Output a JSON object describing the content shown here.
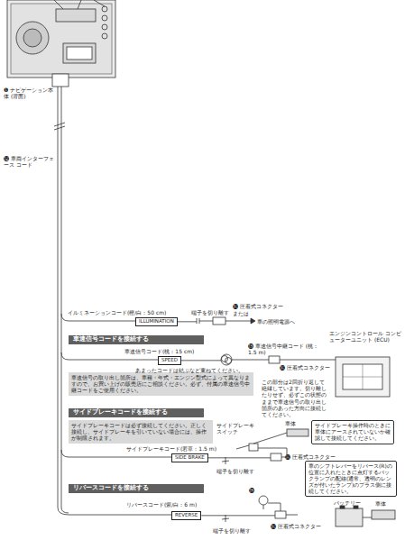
{
  "diagram": {
    "nodes": [
      {
        "text": [
          "ILLUMINATION"
        ]
      },
      {
        "text": [
          "車速信号コードを接続する"
        ]
      },
      {
        "text": [
          "SPEED"
        ]
      },
      {
        "text": [
          "車速信号の取り出し箇所は、車種・年式・エンジン型式によって異なりますので、お買い上げの販売店にご相談ください。必ず、付属の車速信号中継コードをご使用ください。"
        ]
      },
      {
        "text": [
          "サイドブレーキコードを接続する"
        ]
      },
      {
        "text": [
          "サイドブレーキコードは必ず接続してください。正しく接続し、サイドブレーキを引いていない場合には、操作が制限されます。"
        ]
      },
      {
        "text": [
          "SIDE BRAKE"
        ]
      },
      {
        "text": [
          "サイドブレーキ操作時のときに車体にアースされていないか確認して接続してください。"
        ]
      },
      {
        "text": [
          "リバースコードを接続する"
        ]
      },
      {
        "text": [
          "REVERSE"
        ]
      },
      {
        "text": [
          "車のシフトレバーをリバース(R)の位置に入れたときに点灯するバックランプの配線(通常、透明のレンズが付いたランプ)のプラス側に接続してください。"
        ]
      }
    ],
    "labels": [
      "❶ ナビゲーション本体 (背面)",
      "⓬ 車両インターフェース コード",
      "イルミネーションコード(橙/白：50 cm)",
      "端子を切り離す",
      "⓰ 圧着式コネクター",
      "または",
      "車の照明電源へ",
      "車速信号コード(桃：15 cm)",
      "⓭ 車速信号中継コード (桃：1.5 m)",
      "あまったコードは結ぶなど束ねてください。",
      "エンジンコントロール コンピューターユニット (ECU)",
      "⓰ 圧着式コネクター",
      "この部分は2回折り返して絶縁しています。切り離したりせず、必ずこの状態のままで車速信号の取り出し箇所のあった方向に接続してください。",
      "サイドブレーキコード(若草：1.5 m)",
      "サイドブレーキ スイッチ",
      "車体",
      "⓰ 圧着式コネクター",
      "端子を切り離す",
      "リバースコード(紫/白：6 m)",
      "⓯",
      "⓰ 圧着式コネクター",
      "端子を切り離す",
      "バッテリー",
      "車体"
    ]
  }
}
